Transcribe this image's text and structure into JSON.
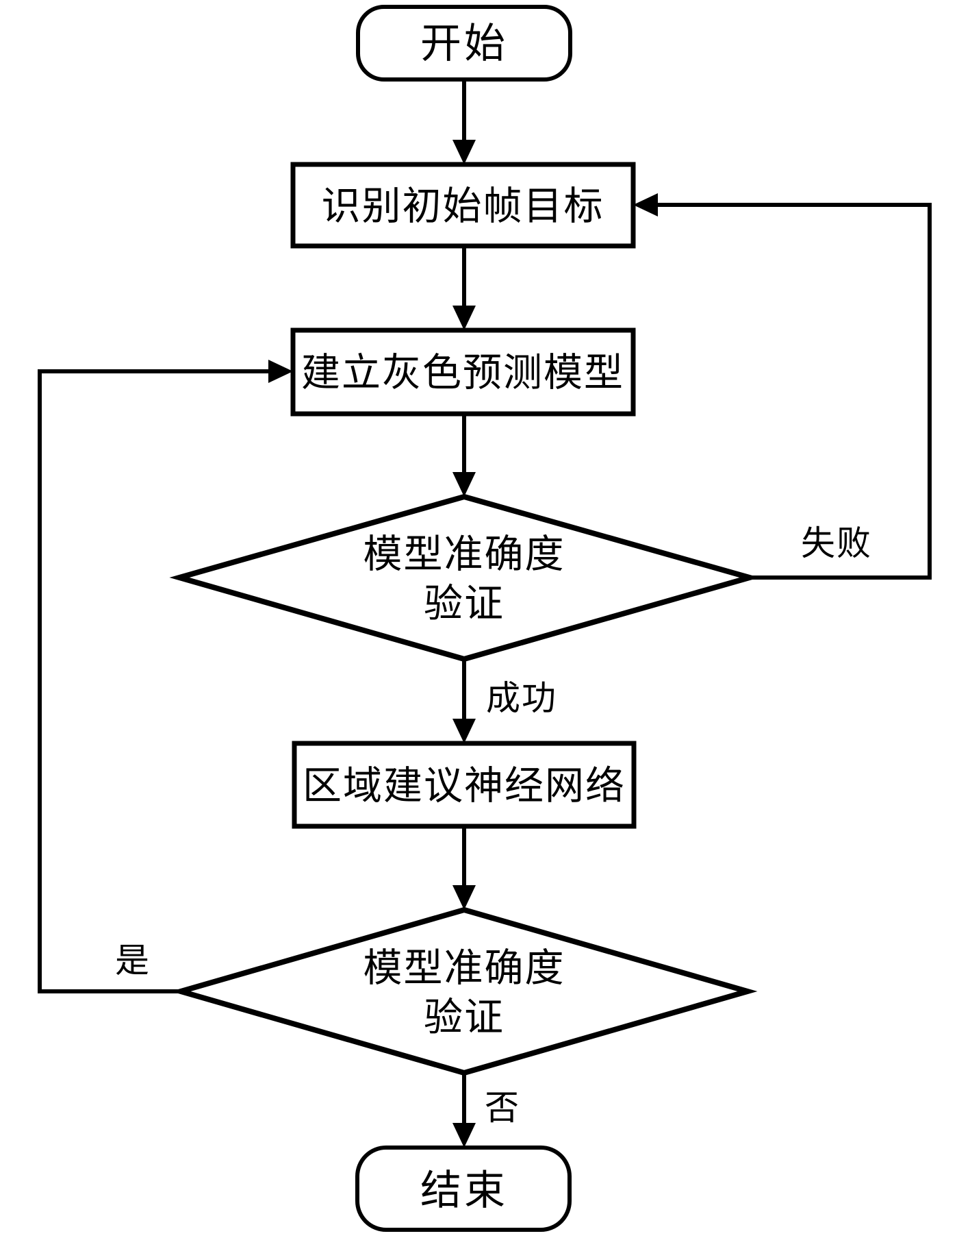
{
  "colors": {
    "background": "#ffffff",
    "line": "#000000",
    "text": "#000000"
  },
  "flowchart": {
    "nodes": {
      "start": {
        "shape": "rounded-rect",
        "label": "开始"
      },
      "step1": {
        "shape": "rect",
        "label": "识别初始帧目标"
      },
      "step2": {
        "shape": "rect",
        "label": "建立灰色预测模型"
      },
      "decision1": {
        "shape": "diamond",
        "label_line1": "模型准确度",
        "label_line2": "验证"
      },
      "step3": {
        "shape": "rect",
        "label": "区域建议神经网络"
      },
      "decision2": {
        "shape": "diamond",
        "label_line1": "模型准确度",
        "label_line2": "验证"
      },
      "end": {
        "shape": "rounded-rect",
        "label": "结束"
      }
    },
    "edge_labels": {
      "decision1_fail": "失败",
      "decision1_success": "成功",
      "decision2_yes": "是",
      "decision2_no": "否"
    },
    "edges": [
      {
        "from": "start",
        "to": "step1",
        "label": ""
      },
      {
        "from": "step1",
        "to": "step2",
        "label": ""
      },
      {
        "from": "step2",
        "to": "decision1",
        "label": ""
      },
      {
        "from": "decision1",
        "to": "step1",
        "label": "失败",
        "route": "right-loop"
      },
      {
        "from": "decision1",
        "to": "step3",
        "label": "成功"
      },
      {
        "from": "step3",
        "to": "decision2",
        "label": ""
      },
      {
        "from": "decision2",
        "to": "step2",
        "label": "是",
        "route": "left-loop"
      },
      {
        "from": "decision2",
        "to": "end",
        "label": "否"
      }
    ]
  }
}
